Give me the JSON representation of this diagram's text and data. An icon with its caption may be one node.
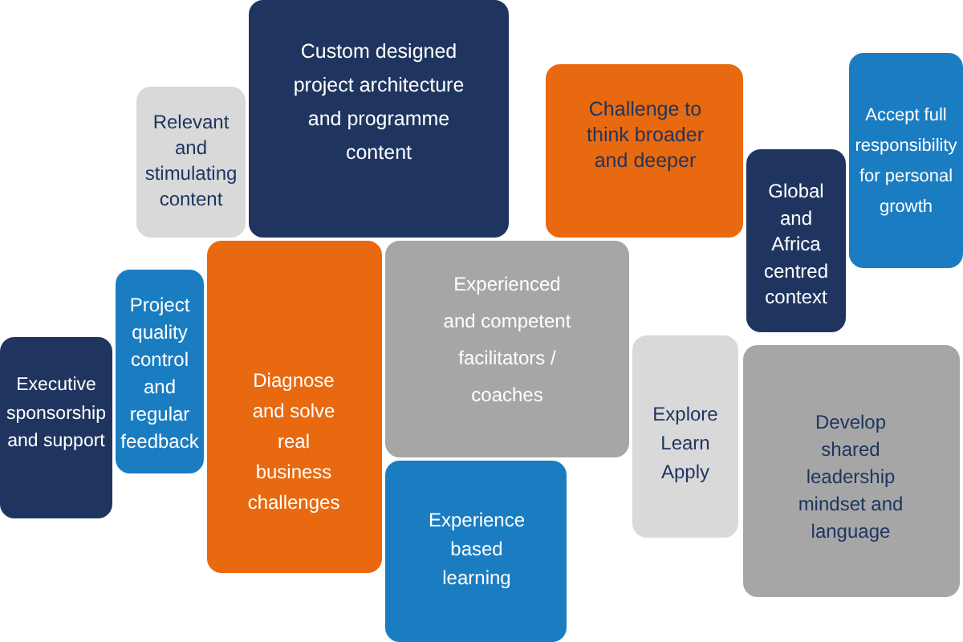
{
  "diagram": {
    "nodes": [
      {
        "text": [
          "Custom designed project architecture and programme content"
        ]
      },
      {
        "text": [
          "Relevant and stimulating content"
        ]
      },
      {
        "text": [
          "Challenge to think broader and deeper"
        ]
      },
      {
        "text": [
          "Accept full responsibility for personal growth"
        ]
      },
      {
        "text": [
          "Global and Africa centred context"
        ]
      },
      {
        "text": [
          "Experienced and competent facilitators / coaches"
        ]
      },
      {
        "text": [
          "Project quality control and regular feedback"
        ]
      },
      {
        "text": [
          "Executive sponsorship and support"
        ]
      },
      {
        "text": [
          "Diagnose and solve real business challenges"
        ]
      },
      {
        "text": [
          "Explore Learn Apply"
        ]
      },
      {
        "text": [
          "Develop shared leadership mindset and language"
        ]
      },
      {
        "text": [
          "Experience based learning"
        ]
      }
    ]
  }
}
